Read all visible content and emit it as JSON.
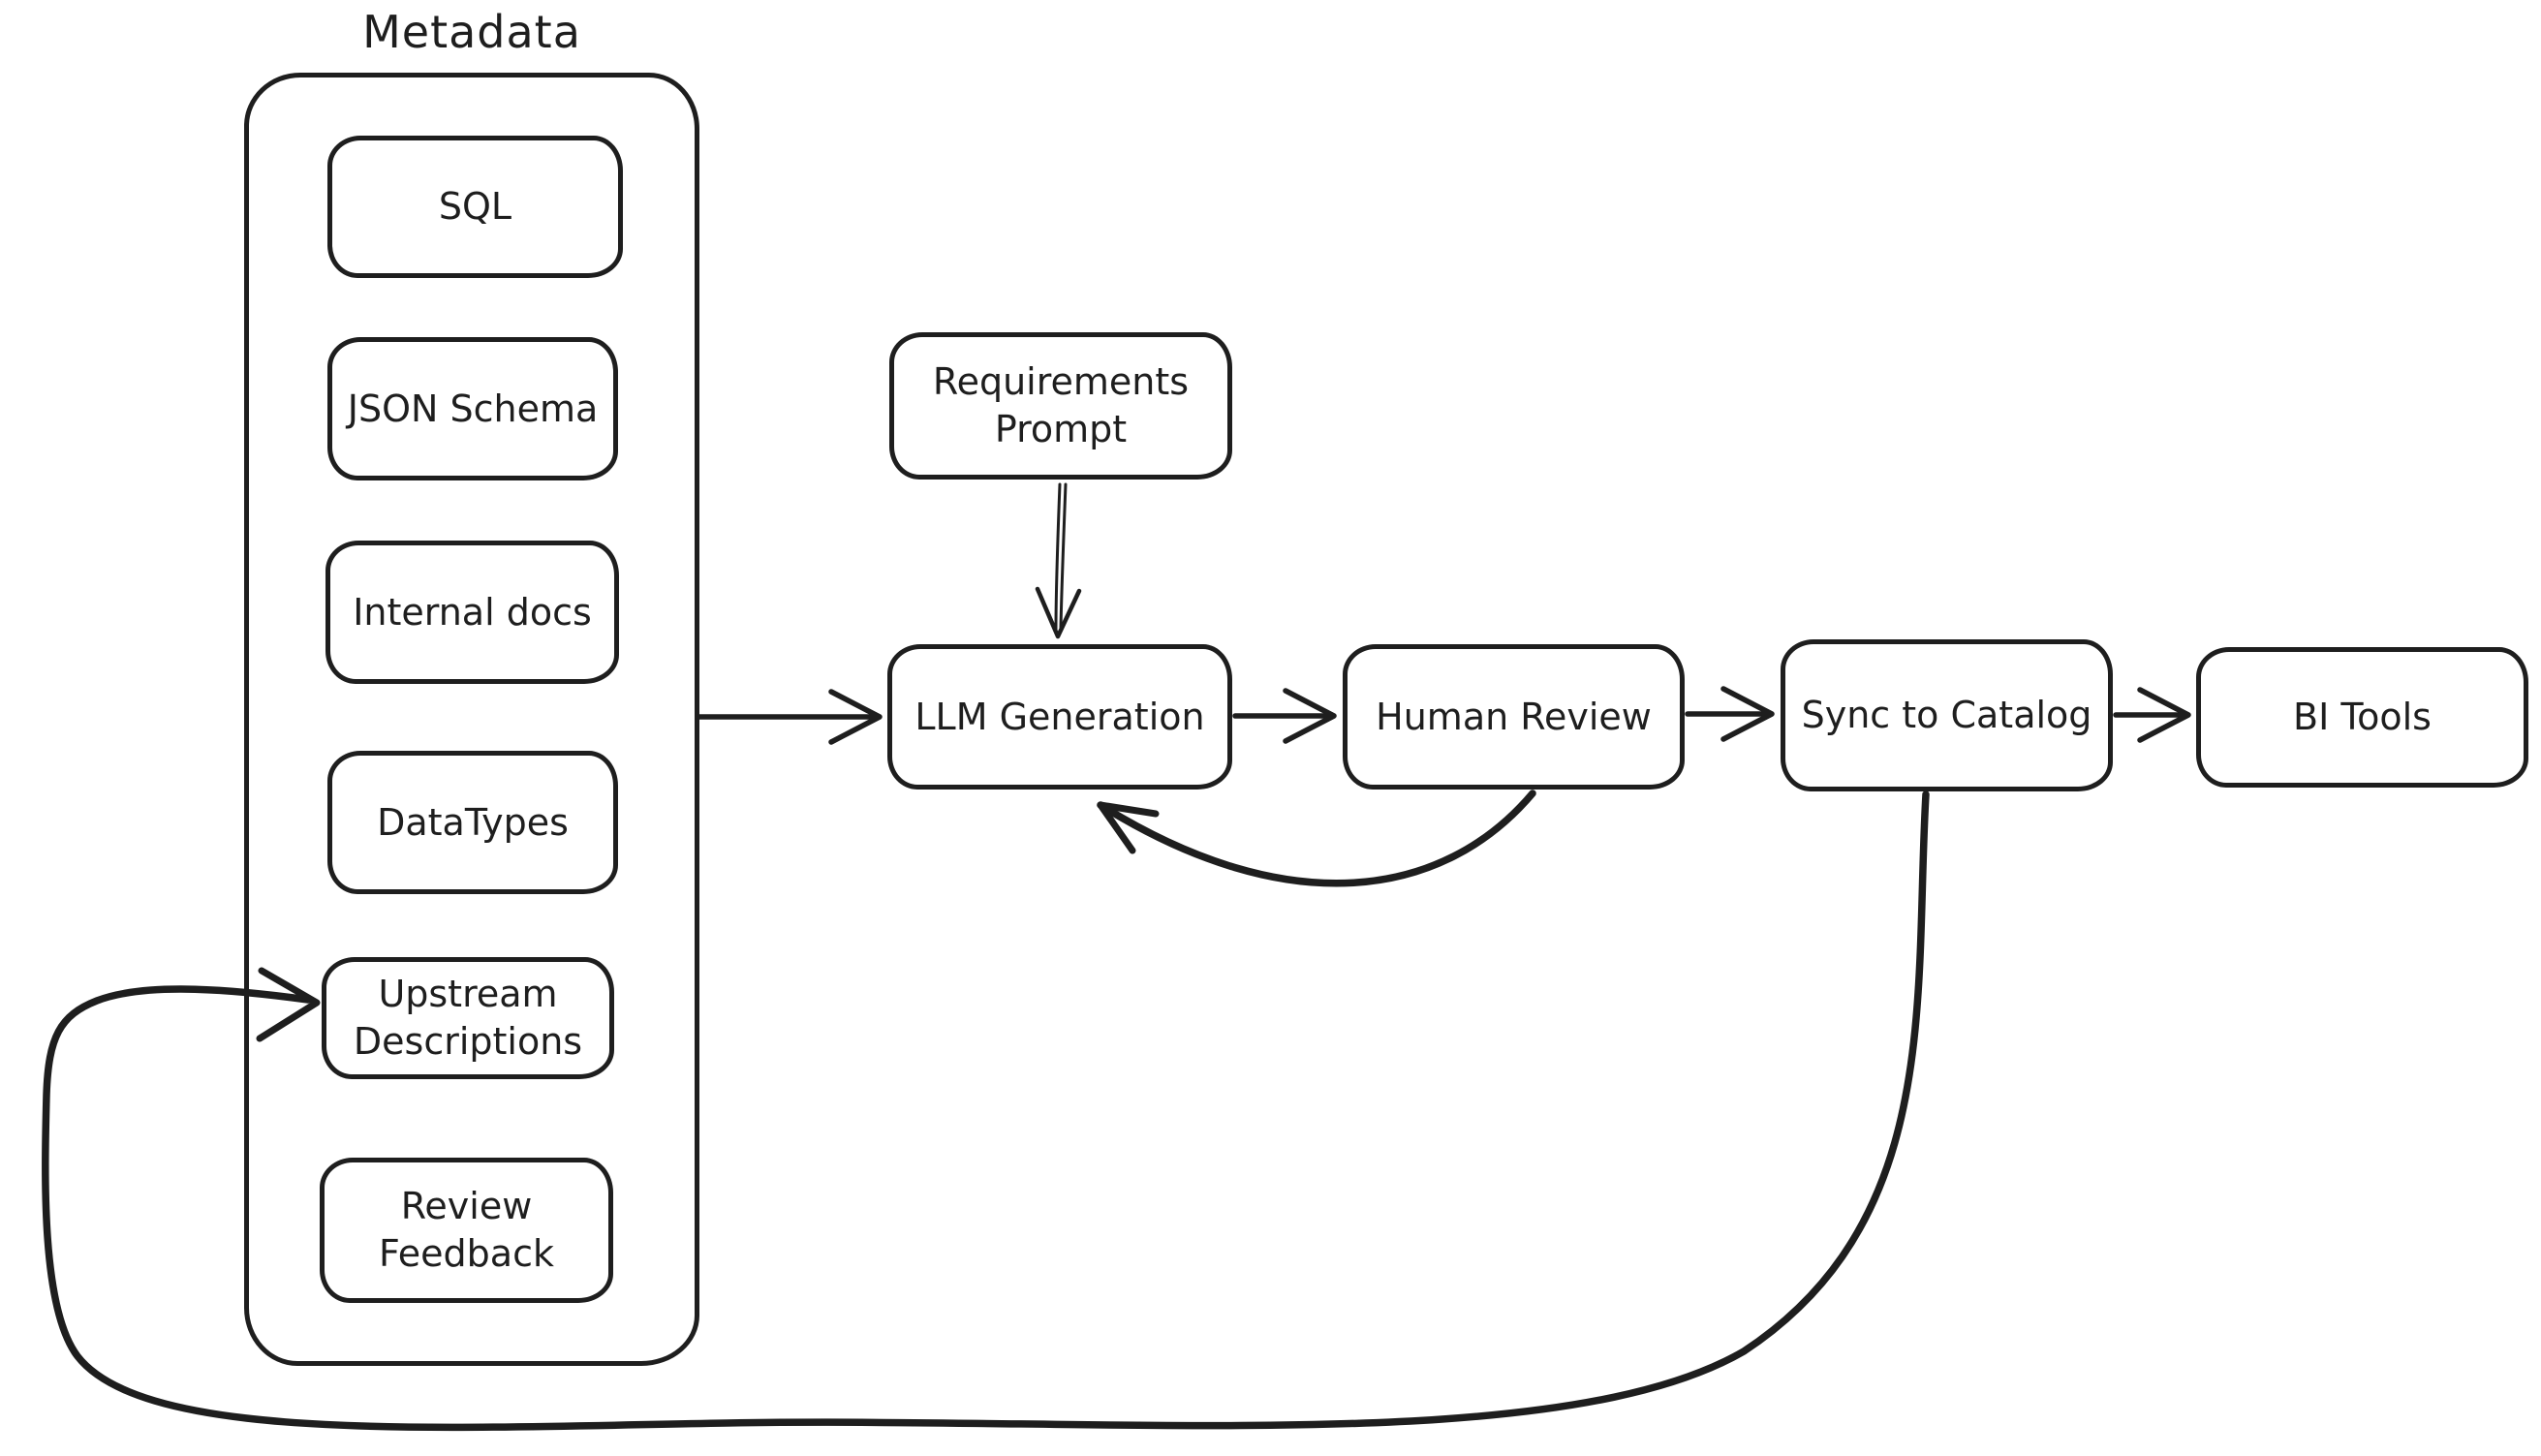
{
  "diagram": {
    "background_color": "#ffffff",
    "stroke_color": "#1e1e1e",
    "group": {
      "title": "Metadata"
    },
    "nodes": [
      {
        "id": "sql",
        "label": "SQL"
      },
      {
        "id": "json-schema",
        "label": "JSON Schema"
      },
      {
        "id": "internal-docs",
        "label": "Internal docs"
      },
      {
        "id": "datatypes",
        "label": "DataTypes"
      },
      {
        "id": "upstream-descriptions",
        "label": "Upstream Descriptions"
      },
      {
        "id": "review-feedback",
        "label": "Review Feedback"
      },
      {
        "id": "requirements-prompt",
        "label": "Requirements Prompt"
      },
      {
        "id": "llm-generation",
        "label": "LLM Generation"
      },
      {
        "id": "human-review",
        "label": "Human Review"
      },
      {
        "id": "sync-to-catalog",
        "label": "Sync to Catalog"
      },
      {
        "id": "bi-tools",
        "label": "BI Tools"
      }
    ],
    "edges": [
      {
        "from": "Metadata",
        "to": "LLM Generation"
      },
      {
        "from": "Requirements Prompt",
        "to": "LLM Generation"
      },
      {
        "from": "LLM Generation",
        "to": "Human Review"
      },
      {
        "from": "Human Review",
        "to": "LLM Generation"
      },
      {
        "from": "Human Review",
        "to": "Sync to Catalog"
      },
      {
        "from": "Sync to Catalog",
        "to": "BI Tools"
      },
      {
        "from": "Sync to Catalog",
        "to": "Upstream Descriptions"
      }
    ]
  }
}
